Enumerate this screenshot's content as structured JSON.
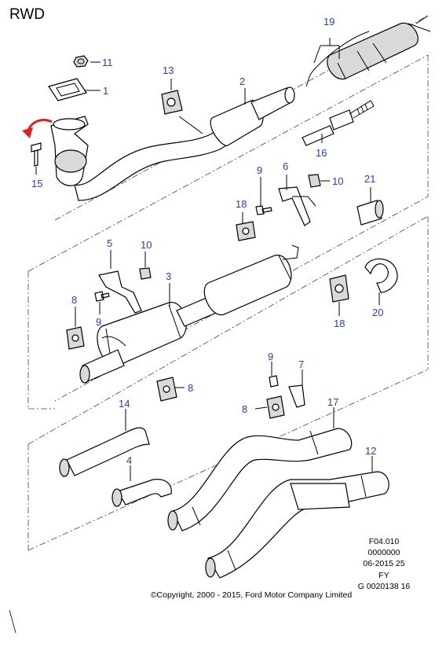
{
  "title": "RWD",
  "callouts": {
    "c1": "1",
    "c2": "2",
    "c3": "3",
    "c4": "4",
    "c5": "5",
    "c6": "6",
    "c7": "7",
    "c8a": "8",
    "c8b": "8",
    "c8c": "8",
    "c9a": "9",
    "c9b": "9",
    "c9c": "9",
    "c10a": "10",
    "c10b": "10",
    "c11": "11",
    "c12": "12",
    "c13": "13",
    "c14": "14",
    "c15": "15",
    "c16": "16",
    "c17": "17",
    "c18a": "18",
    "c18b": "18",
    "c19": "19",
    "c20": "20",
    "c21": "21"
  },
  "reference": {
    "code": "F04.010",
    "number": "0000000",
    "date": "06-2015 25",
    "fy": "FY",
    "id": "G 0020138 16"
  },
  "copyright": "©Copyright, 2000 - 2015, Ford Motor Company Limited",
  "colors": {
    "callout": "#1e3fc8",
    "arrow": "#e02020"
  }
}
